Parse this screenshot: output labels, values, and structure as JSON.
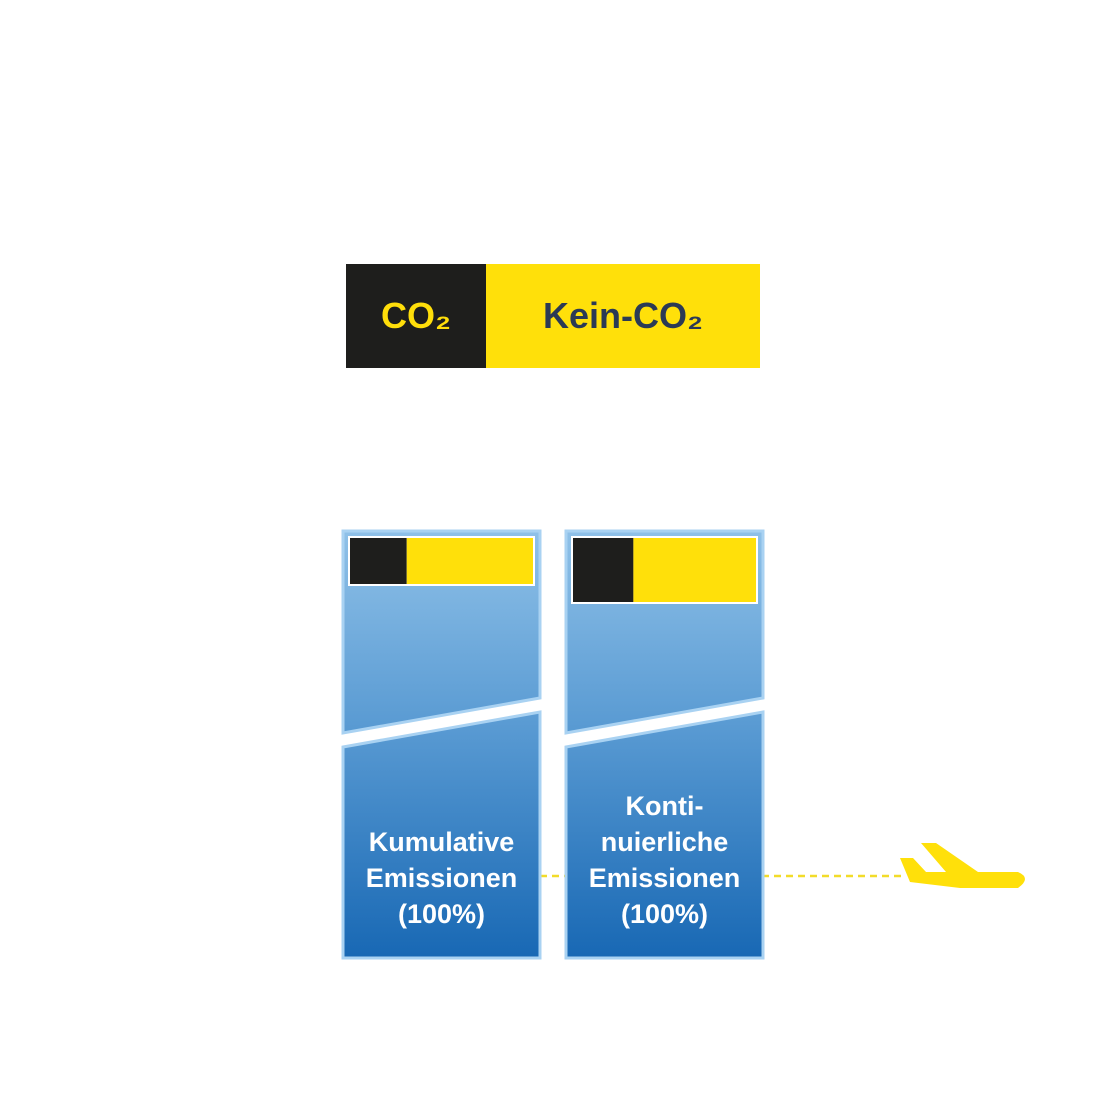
{
  "legend": {
    "co2_label": "CO₂",
    "non_co2_label": "Kein-CO₂",
    "colors": {
      "co2": "#1e1e1c",
      "non_co2": "#ffe00a",
      "co2_text": "#ffde0a",
      "non_co2_text": "#2b3a55"
    }
  },
  "panels": [
    {
      "label_lines": [
        "Kumulative",
        "Emissionen",
        "(100%)"
      ],
      "co2_share": 0.31
    },
    {
      "label_lines": [
        "Konti-",
        "nuierliche",
        "Emissionen",
        "(100%)"
      ],
      "co2_share": 0.33
    }
  ],
  "colors": {
    "panel_top": "#8bbde6",
    "panel_bottom": "#1a6bb5",
    "panel_border": "#a9d2f2",
    "flight_path": "#f2dc2a",
    "plane": "#ffe00a"
  },
  "icons": {
    "plane": "airplane-icon"
  }
}
